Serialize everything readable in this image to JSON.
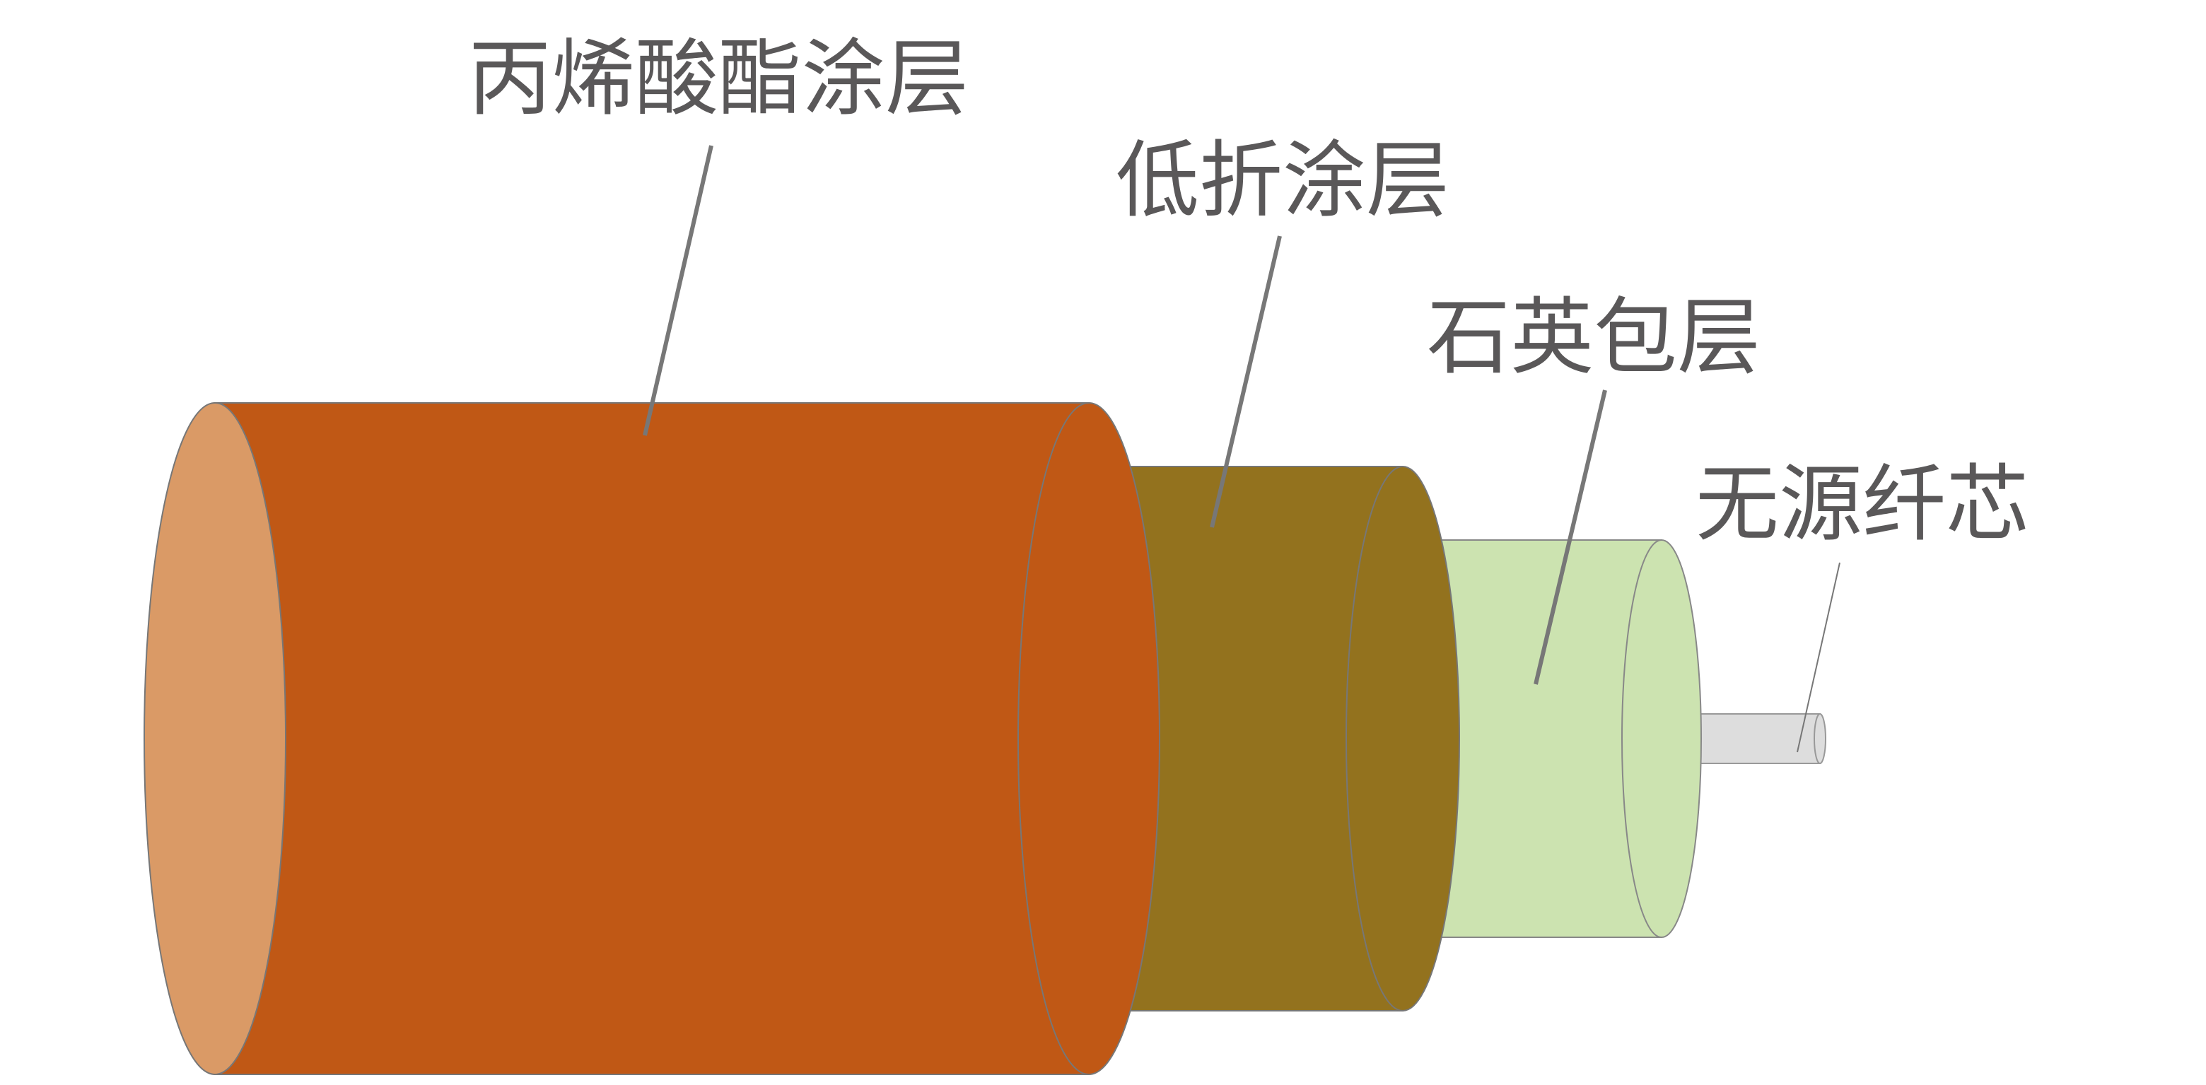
{
  "labels": {
    "acrylate": "丙烯酸酯涂层",
    "low_index": "低折涂层",
    "cladding": "石英包层",
    "core": "无源纤芯"
  },
  "colors": {
    "acrylate": "#C05815",
    "acrylate_face": "#DA9A66",
    "low_index": "#93721E",
    "cladding": "#CCE3B0",
    "core": "#DDDDDD",
    "text": "#5A5859",
    "leader": "#777777"
  }
}
